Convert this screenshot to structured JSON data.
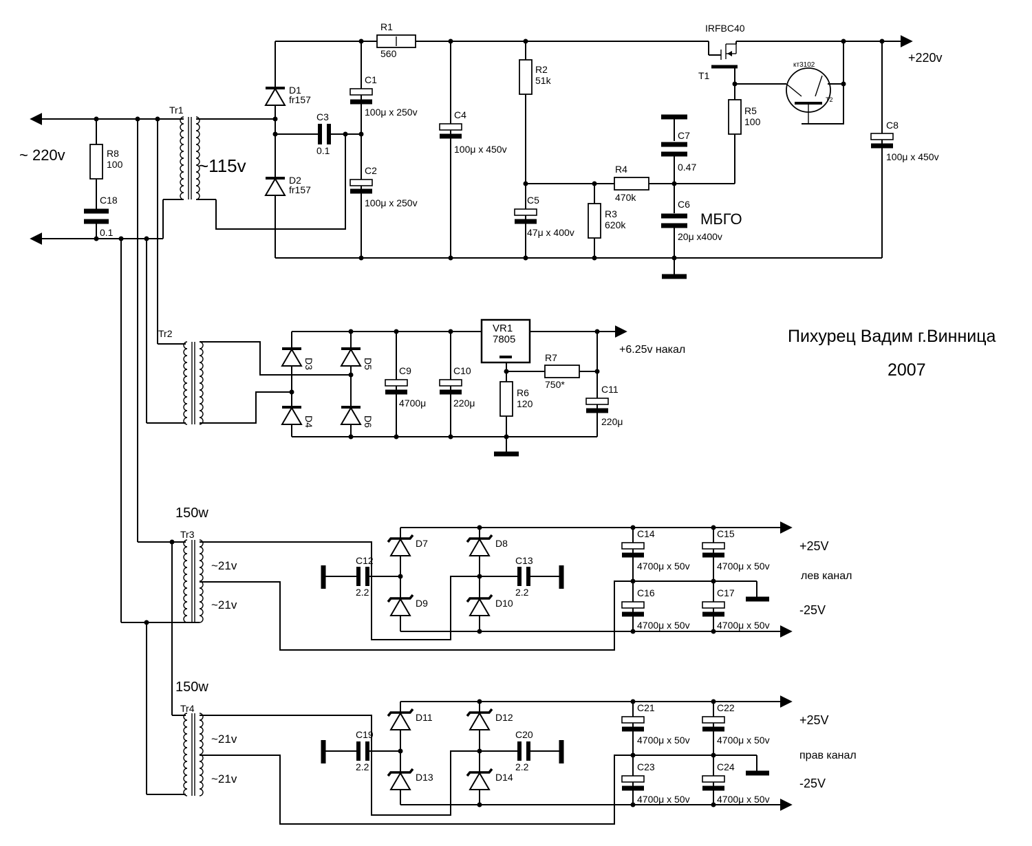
{
  "labels": {
    "mains": "~ 220v",
    "tr1": "Tr1",
    "tr1_out": "~115v",
    "tr2": "Tr2",
    "tr3": "Tr3",
    "tr4": "Tr4",
    "tr3_power": "150w",
    "tr4_power": "150w",
    "tr3_w1": "~21v",
    "tr3_w2": "~21v",
    "tr4_w1": "~21v",
    "tr4_w2": "~21v",
    "r8": "R8",
    "r8_val": "100",
    "c18": "C18",
    "c18_val": "0.1",
    "d1": "D1",
    "d1_val": "fr157",
    "d2": "D2",
    "d2_val": "fr157",
    "c3": "C3",
    "c3_val": "0.1",
    "r1": "R1",
    "r1_val": "560",
    "c1": "C1",
    "c1_val": "100μ x 250v",
    "c2": "C2",
    "c2_val": "100μ x 250v",
    "c4": "C4",
    "c4_val": "100μ x 450v",
    "r2": "R2",
    "r2_val": "51k",
    "c5": "C5",
    "c5_val": "47μ x 400v",
    "r3": "R3",
    "r3_val": "620k",
    "r4": "R4",
    "r4_val": "470k",
    "c7": "C7",
    "c7_val": "0.47",
    "c6": "C6",
    "c6_val": "20μ x400v",
    "mbgo": "МБГО",
    "t1_part": "IRFBC40",
    "t1": "T1",
    "t2_part": "кт3102",
    "t2": "T2",
    "r5": "R5",
    "r5_val": "100",
    "c8": "C8",
    "c8_val": "100μ x 450v",
    "out_220": "+220v",
    "d3": "D3",
    "d4": "D4",
    "d5": "D5",
    "d6": "D6",
    "c9": "C9",
    "c9_val": "4700μ",
    "c10": "C10",
    "c10_val": "220μ",
    "vr1": "VR1",
    "vr1_val": "7805",
    "r6": "R6",
    "r6_val": "120",
    "r7": "R7",
    "r7_val": "750*",
    "c11": "C11",
    "c11_val": "220μ",
    "out_heater": "+6.25v накал",
    "author": "Пихурец Вадим г.Винница",
    "year": "2007",
    "d7": "D7",
    "d8": "D8",
    "d9": "D9",
    "d10": "D10",
    "c12": "C12",
    "c12_val": "2.2",
    "c13": "C13",
    "c13_val": "2.2",
    "c14": "C14",
    "c14_val": "4700μ x 50v",
    "c15": "C15",
    "c15_val": "4700μ x 50v",
    "c16": "C16",
    "c16_val": "4700μ x 50v",
    "c17": "C17",
    "c17_val": "4700μ x 50v",
    "plus25_l": "+25V",
    "minus25_l": "-25V",
    "left_ch": "лев канал",
    "d11": "D11",
    "d12": "D12",
    "d13": "D13",
    "d14": "D14",
    "c19": "C19",
    "c19_val": "2.2",
    "c20": "C20",
    "c20_val": "2.2",
    "c21": "C21",
    "c21_val": "4700μ x 50v",
    "c22": "C22",
    "c22_val": "4700μ x 50v",
    "c23": "C23",
    "c23_val": "4700μ x 50v",
    "c24": "C24",
    "c24_val": "4700μ x 50v",
    "plus25_r": "+25V",
    "minus25_r": "-25V",
    "right_ch": "прав канал"
  }
}
